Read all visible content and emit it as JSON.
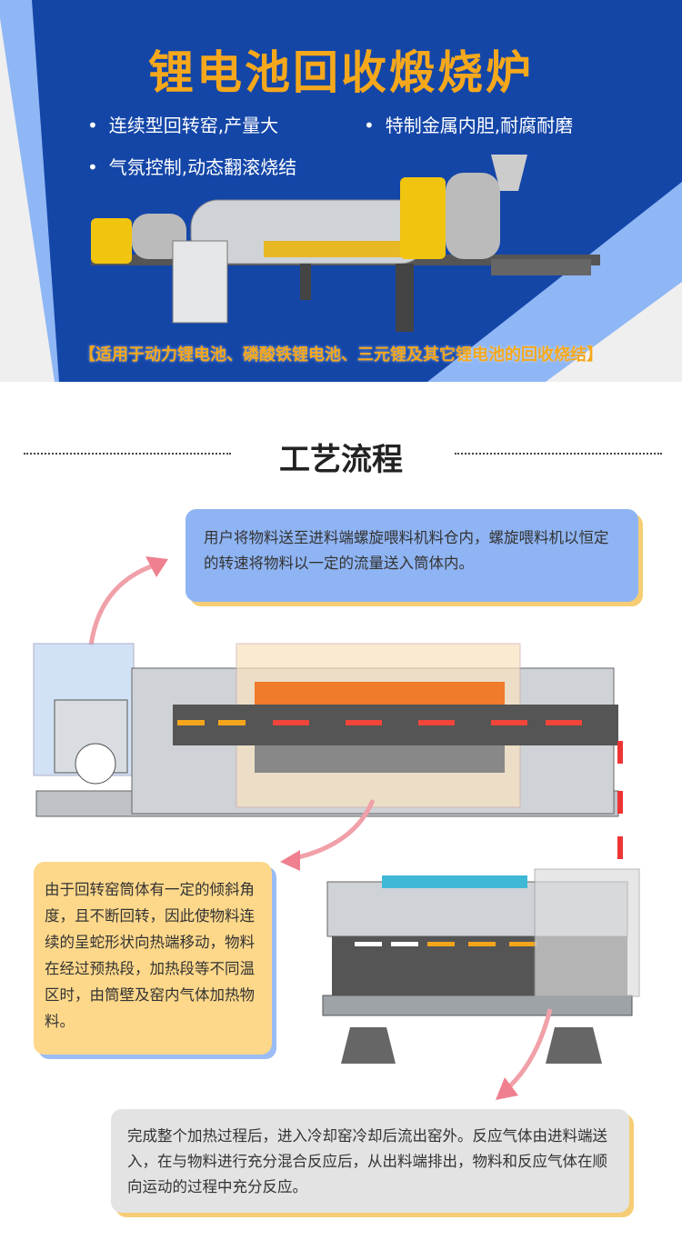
{
  "hero": {
    "title": "锂电池回收煅烧炉",
    "features": [
      "连续型回转窑,产量大",
      "特制金属内胆,耐腐耐磨",
      "气氛控制,动态翻滚烧结"
    ],
    "subtitle": "【适用于动力锂电池、磷酸铁锂电池、三元锂及其它锂电池的回收烧结】"
  },
  "process": {
    "title": "工艺流程",
    "steps": [
      "用户将物料送至进料端螺旋喂料机料仓内，螺旋喂料机以恒定的转速将物料以一定的流量送入筒体内。",
      "由于回转窑筒体有一定的倾斜角度，且不断回转，因此使物料连续的呈蛇形状向热端移动，物料在经过预热段，加热段等不同温区时，由筒壁及窑内气体加热物料。",
      "完成整个加热过程后，进入冷却窑冷却后流出窑外。反应气体由进料端送入，在与物料进行充分混合反应后，从出料端排出，物料和反应气体在顺向运动的过程中充分反应。"
    ]
  },
  "colors": {
    "blue": "#1446a8",
    "orange": "#f5a81c"
  }
}
